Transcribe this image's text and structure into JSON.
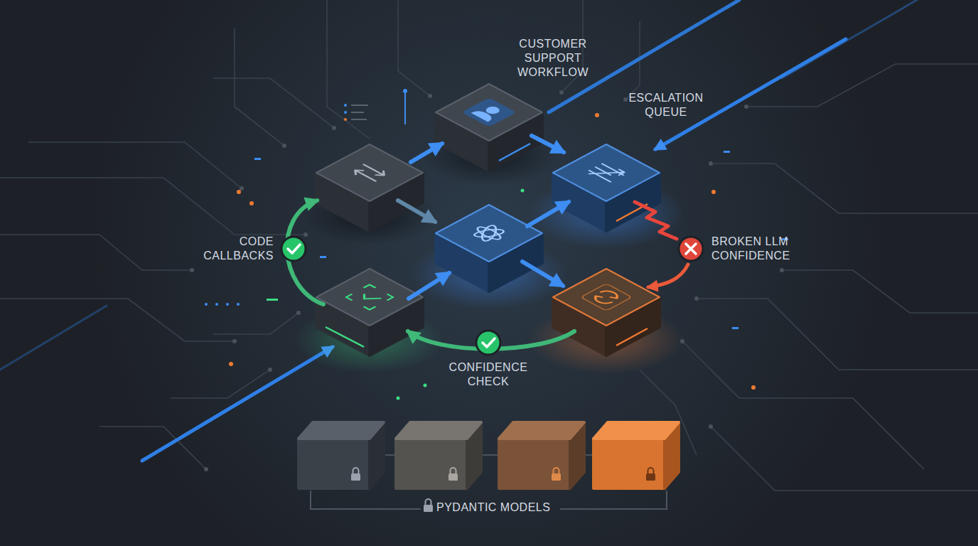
{
  "diagram": {
    "nodes": [
      {
        "text": [
          "CUSTOMER SUPPORT WORKFLOW"
        ]
      },
      {
        "text": [
          "ESCALATION QUEUE"
        ]
      }
    ],
    "edges": [
      {
        "from": 0,
        "to": 1,
        "arrow": "to"
      }
    ],
    "labels": [
      "CODE CALLBACKS",
      "BROKEN LLM CONFIDENCE",
      "CONFIDENCE CHECK",
      "PYDANTIC MODELS"
    ]
  }
}
